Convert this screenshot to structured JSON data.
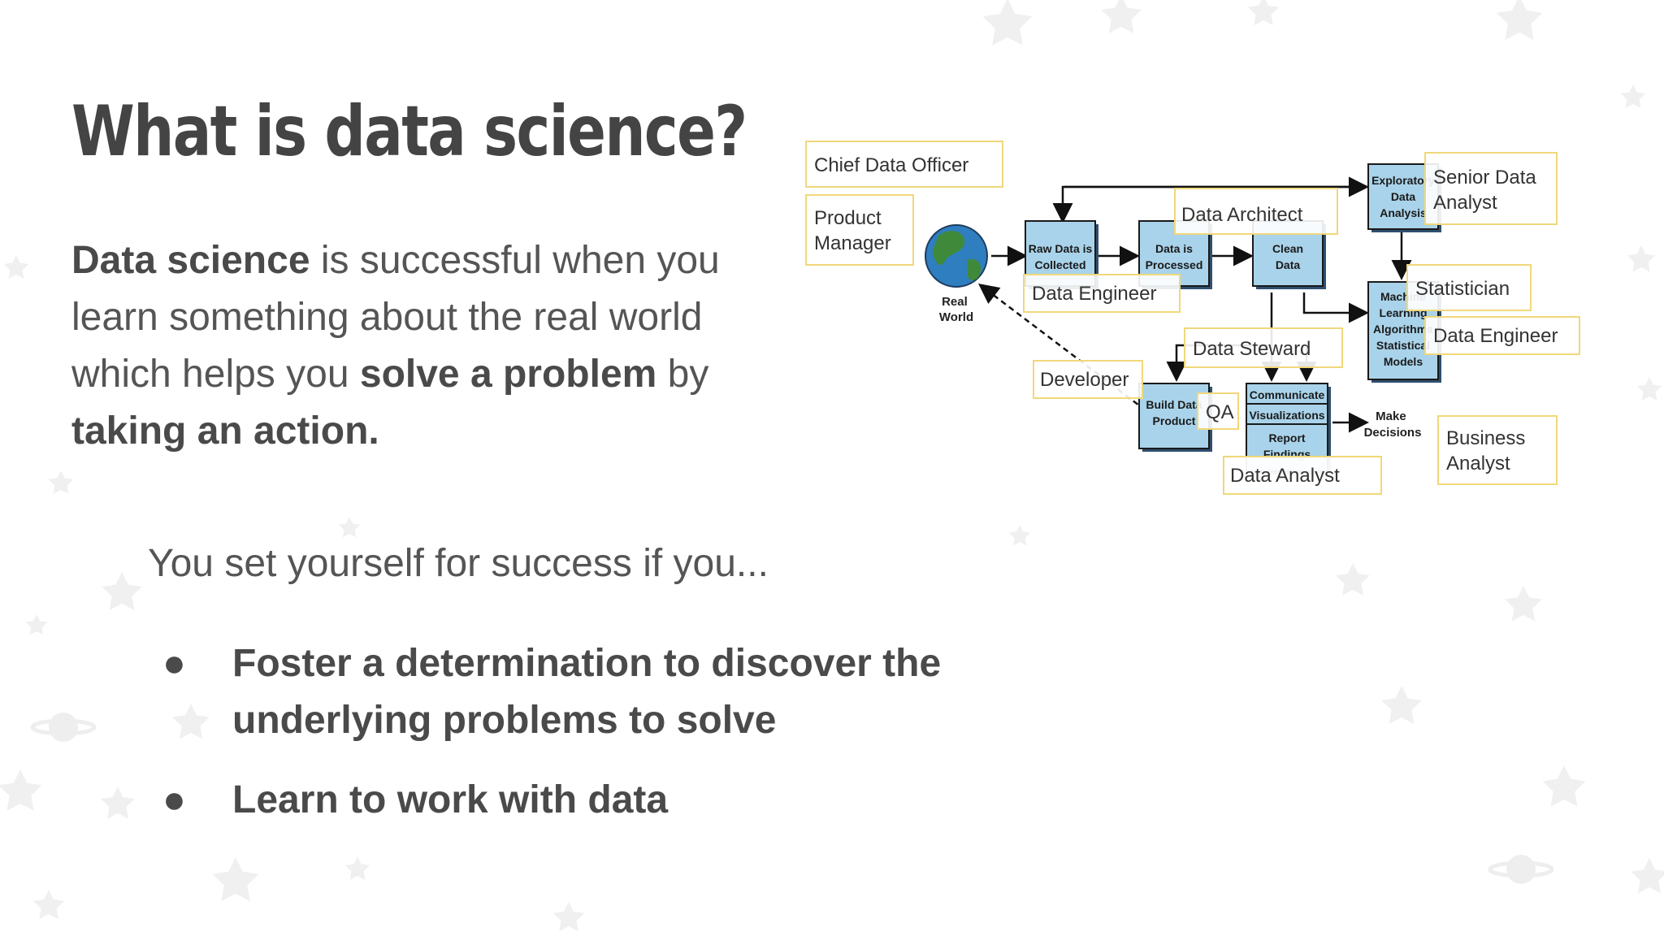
{
  "title": "What is data science?",
  "paragraph": {
    "s1": "Data science",
    "s2": " is successful when you learn something about the real world which helps you ",
    "s3": "solve a problem",
    "s4": " by ",
    "s5": "taking an action."
  },
  "lead": "You set yourself for success if you...",
  "bullets": [
    {
      "marker": "●",
      "line1": "Foster a determination to discover the",
      "line2": "underlying problems to solve"
    },
    {
      "marker": "●",
      "line1": "Learn to work with data"
    }
  ],
  "diagram": {
    "real_world": [
      "Real",
      "World"
    ],
    "boxes": {
      "raw": [
        "Raw Data is",
        "Collected"
      ],
      "processed": [
        "Data is",
        "Processed"
      ],
      "clean": [
        "Clean",
        "Data"
      ],
      "eda": [
        "Exploratory",
        "Data",
        "Analysis"
      ],
      "ml": [
        "Machine",
        "Learning",
        "Algorithms",
        "Statistical",
        "Models"
      ],
      "build": [
        "Build Data",
        "Product"
      ],
      "communicate": "Communicate",
      "visualizations": "Visualizations",
      "report": [
        "Report",
        "Findings"
      ]
    },
    "make_decisions": [
      "Make",
      "Decisions"
    ],
    "roles": {
      "cdo": "Chief Data Officer",
      "pm": [
        "Product",
        "Manager"
      ],
      "architect": "Data Architect",
      "senior": [
        "Senior Data",
        "Analyst"
      ],
      "engineer1": "Data Engineer",
      "statistician": "Statistician",
      "engineer2": "Data Engineer",
      "steward": "Data Steward",
      "developer": "Developer",
      "qa": "QA",
      "business": [
        "Business",
        "Analyst"
      ],
      "analyst": "Data Analyst"
    }
  },
  "colors": {
    "process_box": "#a9d3ea",
    "role_border": "#f0d87a",
    "title_text": "#444444",
    "body_text": "#555555"
  }
}
